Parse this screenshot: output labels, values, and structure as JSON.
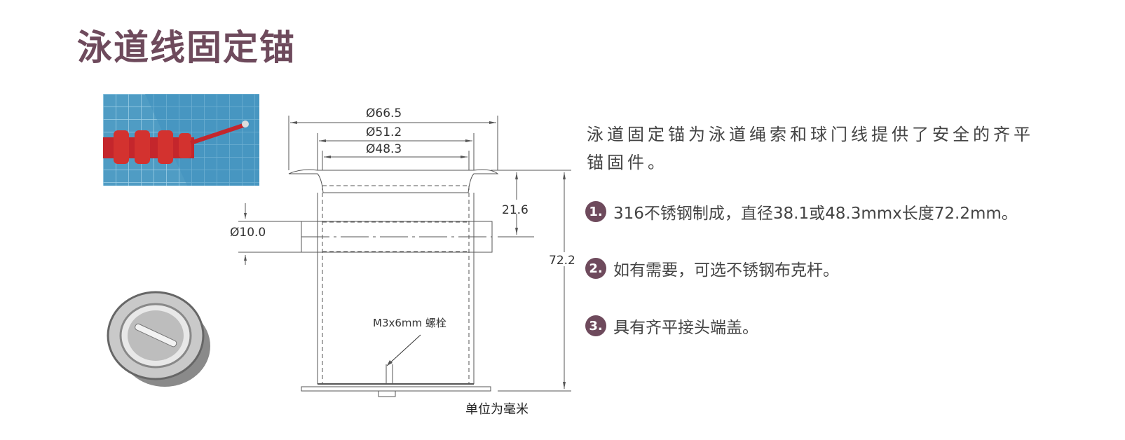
{
  "title": "泳道线固定锚",
  "drawing": {
    "dim_outer": "Ø66.5",
    "dim_mid": "Ø51.2",
    "dim_inner": "Ø48.3",
    "dim_hole": "Ø10.0",
    "dim_hole_height": "21.6",
    "dim_total_height": "72.2",
    "bolt_label": "M3x6mm 螺栓",
    "unit_note": "单位为毫米"
  },
  "description": "泳道固定锚为泳道绳索和球门线提供了安全的齐平锚固件。",
  "features": [
    {
      "num": "1.",
      "text": "316不锈钢制成，直径38.1或48.3mmx长度72.2mm。"
    },
    {
      "num": "2.",
      "text": "如有需要，可选不锈钢布克杆。"
    },
    {
      "num": "3.",
      "text": "具有齐平接头端盖。"
    }
  ],
  "colors": {
    "accent": "#6e4a5c"
  }
}
